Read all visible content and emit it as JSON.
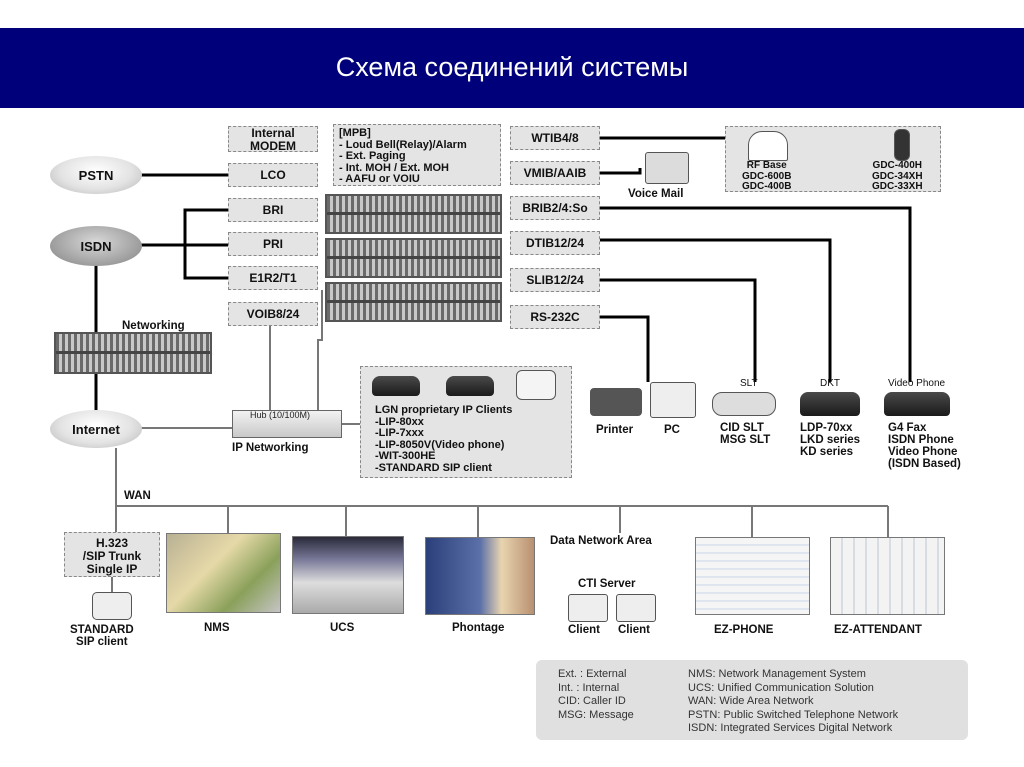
{
  "header": {
    "title": "Схема соединений системы"
  },
  "clouds": {
    "pstn": "PSTN",
    "isdn": "ISDN",
    "internet": "Internet"
  },
  "trunks": {
    "internal_modem": [
      "Internal",
      "MODEM"
    ],
    "lco": "LCO",
    "bri": "BRI",
    "pri": "PRI",
    "e1r2": "E1R2/T1",
    "voib": "VOIB8/24"
  },
  "mpb": [
    "[MPB]",
    "- Loud Bell(Relay)/Alarm",
    "- Ext. Paging",
    "- Int. MOH / Ext. MOH",
    "- AAFU or VOIU"
  ],
  "boards": {
    "wtib": "WTIB4/8",
    "vmib": "VMIB/AAIB",
    "brib": "BRIB2/4:So",
    "dtib": "DTIB12/24",
    "slib": "SLIB12/24",
    "rs232": "RS-232C"
  },
  "voice_mail": "Voice Mail",
  "rf": {
    "left": [
      "RF Base",
      "GDC-600B",
      "GDC-400B"
    ],
    "right": [
      "GDC-400H",
      "GDC-34XH",
      "GDC-33XH"
    ]
  },
  "networking": "Networking",
  "hub": {
    "caption": "Hub (10/100M)",
    "label": "IP Networking"
  },
  "ip_clients": [
    "LGN proprietary IP Clients",
    "-LIP-80xx",
    "-LIP-7xxx",
    "-LIP-8050V(Video phone)",
    "-WIT-300HE",
    "-STANDARD SIP client"
  ],
  "terminals": {
    "printer": "Printer",
    "pc": "PC",
    "slt_title": "SLT",
    "slt": [
      "CID SLT",
      "MSG SLT"
    ],
    "dkt_title": "DKT",
    "dkt": [
      "LDP-70xx",
      "LKD series",
      "KD series"
    ],
    "video_title": "Video Phone",
    "video": [
      "G4 Fax",
      "ISDN Phone",
      "Video Phone",
      "(ISDN Based)"
    ]
  },
  "wan": "WAN",
  "sip_trunk": [
    "H.323",
    "/SIP Trunk",
    "Single IP"
  ],
  "standard_sip": [
    "STANDARD",
    "SIP client"
  ],
  "apps": {
    "nms": "NMS",
    "ucs": "UCS",
    "phontage": "Phontage",
    "data_network_area": "Data Network Area",
    "cti_server": "CTI Server",
    "client": "Client",
    "ez_phone": "EZ-PHONE",
    "ez_attendant": "EZ-ATTENDANT"
  },
  "legend": {
    "left": [
      "Ext. : External",
      "Int. : Internal",
      "CID: Caller ID",
      "MSG: Message"
    ],
    "right": [
      "NMS: Network Management System",
      "UCS: Unified Communication Solution",
      "WAN: Wide Area Network",
      "PSTN: Public Switched Telephone Network",
      "ISDN: Integrated Services Digital Network"
    ]
  }
}
